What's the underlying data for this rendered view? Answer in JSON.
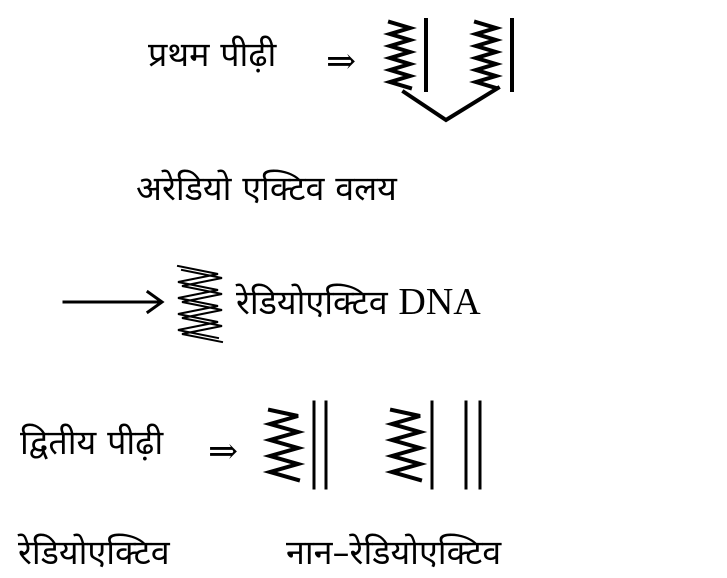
{
  "labels": {
    "first_generation": "प्रथम पीढ़ी",
    "implies_1": "⇒",
    "non_radioactive_ring": "अरेडियो एक्टिव वलय",
    "radioactive_dna_prefix": "रेडियोएक्टिव",
    "radioactive_dna_suffix": "DNA",
    "second_generation": "द्वितीय पीढ़ी",
    "implies_2": "⇒",
    "radioactive": "रेडियोएक्टिव",
    "non_radioactive": "नान–रेडियोएक्टिव"
  },
  "colors": {
    "ink": "#000000",
    "background": "#ffffff"
  }
}
